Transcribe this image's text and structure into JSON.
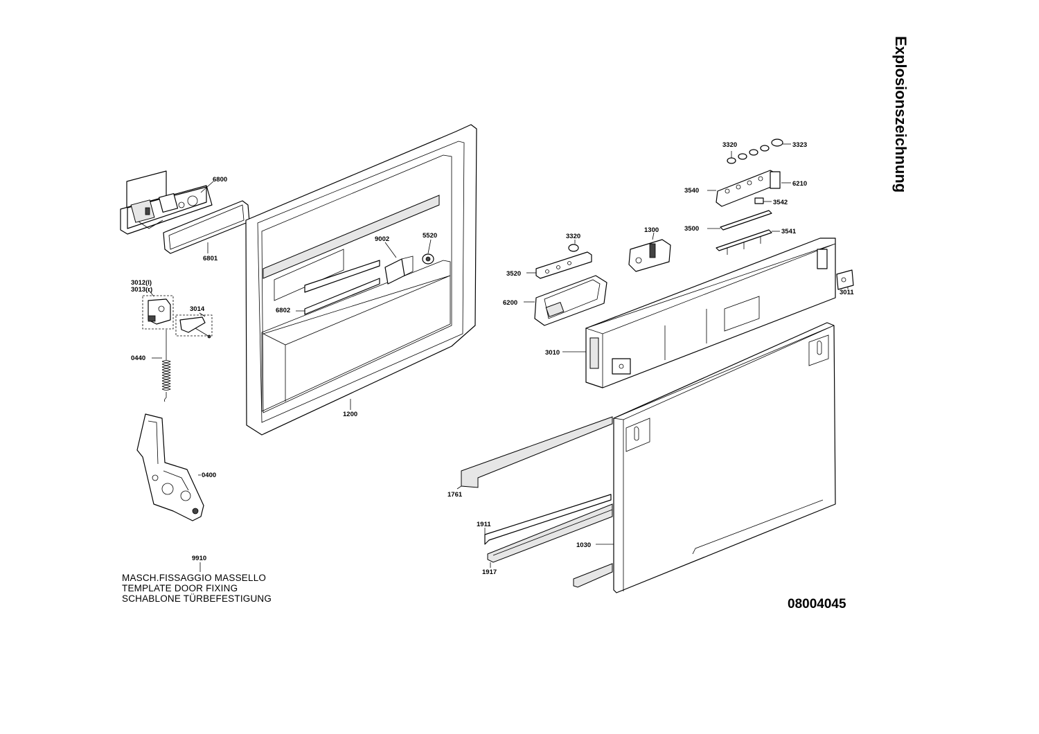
{
  "title": "Explosionszeichnung",
  "document_number": "08004045",
  "note": {
    "line1": "MASCH.FISSAGGIO MASSELLO",
    "line2": "TEMPLATE DOOR FIXING",
    "line3": "SCHABLONE TÜRBEFESTIGUNG"
  },
  "parts": {
    "p6800": "6800",
    "p6801": "6801",
    "p3012": "3012(l)",
    "p3013": "3013(r)",
    "p3014": "3014",
    "p0440": "0440",
    "p0400": "0400",
    "p9910": "9910",
    "p1200": "1200",
    "p9002": "9002",
    "p5520": "5520",
    "p6802": "6802",
    "p3320a": "3320",
    "p3323": "3323",
    "p6210": "6210",
    "p3540": "3540",
    "p3542": "3542",
    "p3500": "3500",
    "p3541": "3541",
    "p3320b": "3320",
    "p1300": "1300",
    "p3520": "3520",
    "p6200": "6200",
    "p3011": "3011",
    "p3010": "3010",
    "p1761": "1761",
    "p1911": "1911",
    "p1917": "1917",
    "p1030": "1030"
  }
}
